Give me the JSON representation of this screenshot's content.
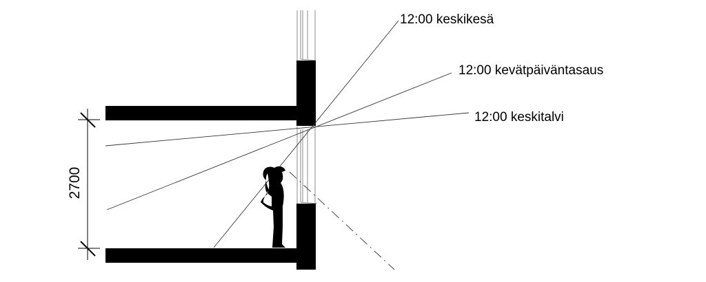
{
  "labels": {
    "summer": "12:00 keskikesä",
    "equinox": "12:00 kevätpäiväntasaus",
    "winter": "12:00 keskitalvi"
  },
  "dimension": "2700",
  "colors": {
    "structure": "#000000",
    "lines": "#333333",
    "window": "#888888"
  }
}
